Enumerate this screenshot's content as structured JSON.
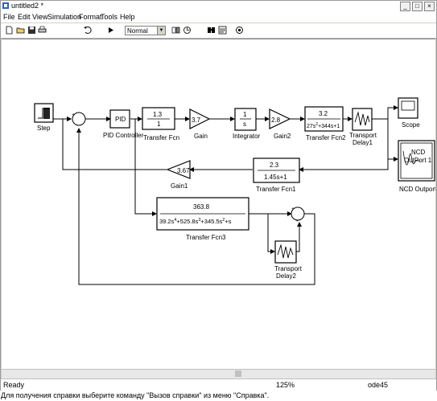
{
  "window": {
    "title": "untitled2 *"
  },
  "menu": [
    "File",
    "Edit",
    "View",
    "Simulation",
    "Format",
    "Tools",
    "Help"
  ],
  "toolbar": {
    "mode": "Normal"
  },
  "blocks": {
    "step": "Step",
    "pid": {
      "text": "PID",
      "label": "PID Controller"
    },
    "tf": {
      "num": "1.3",
      "den": "1",
      "label": "Transfer Fcn"
    },
    "gain": {
      "value": "3.7",
      "label": "Gain"
    },
    "integrator": {
      "num": "1",
      "den": "s",
      "label": "Integrator"
    },
    "gain2": {
      "value": "2.8",
      "label": "Gain2"
    },
    "tf2": {
      "num": "3.2",
      "den_a": "27s",
      "den_a_sup": "2",
      "den_b": "+344s+1",
      "label": "Transfer Fcn2"
    },
    "delay1": {
      "label1": "Transport",
      "label2": "Delay1"
    },
    "scope": "Scope",
    "ncd": {
      "text1": "NCD",
      "text2": "OutPort 1",
      "label": "NCD Outport"
    },
    "tf1": {
      "num": "2.3",
      "den": "1.45s+1",
      "label": "Transfer Fcn1"
    },
    "gain1": {
      "value": "3.67",
      "label": "Gain1"
    },
    "tf3": {
      "num": "363.8",
      "den_parts": [
        "39.2s",
        "4",
        "+525.8s",
        "3",
        "+345.5s",
        "2",
        "+s"
      ],
      "label": "Transfer Fcn3"
    },
    "delay2": {
      "label1": "Transport",
      "label2": "Delay2"
    }
  },
  "status": {
    "left": "Ready",
    "zoom": "125%",
    "solver": "ode45"
  },
  "hint": "Для получения справки выберите команду \"Вызов справки\" из меню \"Справка\"."
}
